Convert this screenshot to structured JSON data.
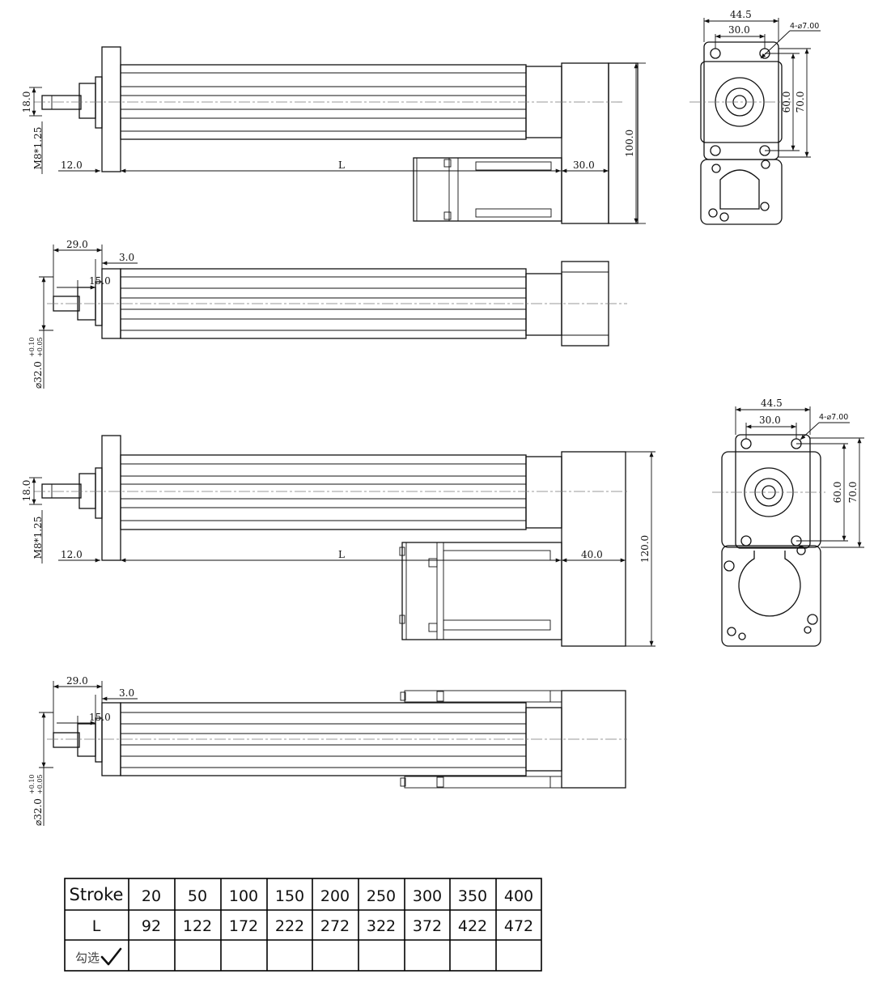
{
  "dims": {
    "d44_5": "44.5",
    "d30_0": "30.0",
    "d60_0": "60.0",
    "d70_0": "70.0",
    "holes": "4-⌀7.00",
    "d18_0": "18.0",
    "m8": "M8*1.25",
    "d12_0": "12.0",
    "L": "L",
    "d30_0b": "30.0",
    "d40_0": "40.0",
    "d100_0": "100.0",
    "d120_0": "120.0",
    "d29_0": "29.0",
    "d3_0": "3.0",
    "d15_0": "15.0",
    "phi32": "⌀32.0",
    "tol_plus": "+0.10",
    "tol_minus": "+0.05"
  },
  "table": {
    "stroke_label": "Stroke",
    "l_label": "L",
    "check_label": "勾选",
    "check_mark_icon": "check-mark-icon",
    "strokes": [
      "20",
      "50",
      "100",
      "150",
      "200",
      "250",
      "300",
      "350",
      "400"
    ],
    "lengths": [
      "92",
      "122",
      "172",
      "222",
      "272",
      "322",
      "372",
      "422",
      "472"
    ]
  }
}
